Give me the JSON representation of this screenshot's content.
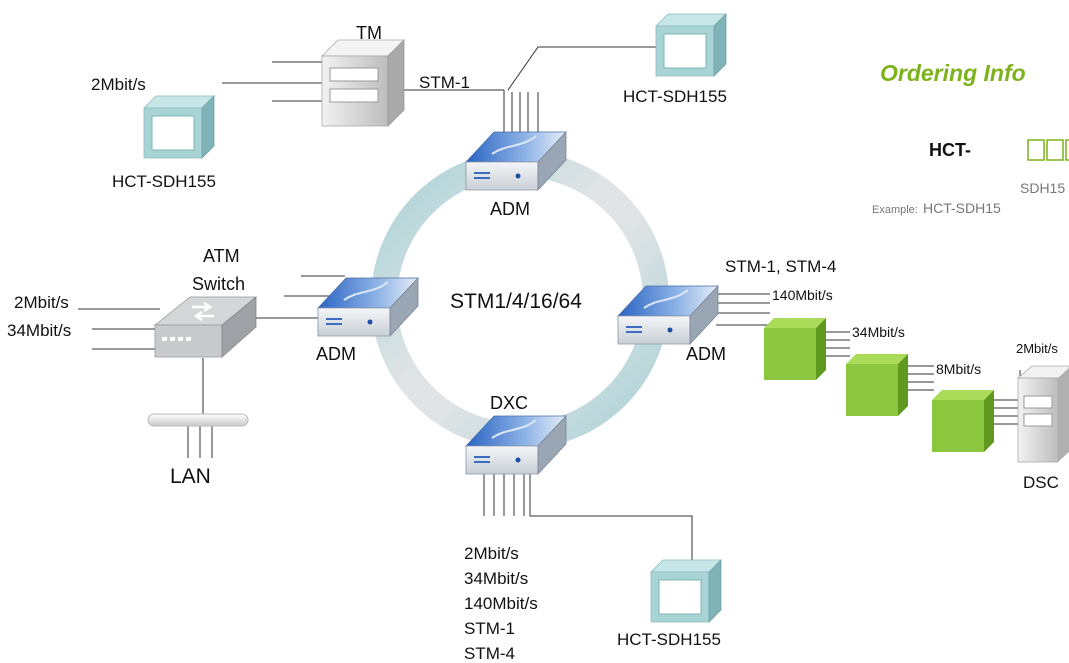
{
  "ring": {
    "label": "STM1/4/16/64"
  },
  "nodes": {
    "adm_top": "ADM",
    "adm_left": "ADM",
    "adm_right": "ADM",
    "dxc_bottom": "DXC",
    "tm": "TM",
    "atm_switch": "ATM\nSwitch",
    "dsc": "DSC",
    "lan": "LAN"
  },
  "terminals": {
    "top_right": "HCT-SDH155",
    "top_left": "HCT-SDH155",
    "bottom": "HCT-SDH155"
  },
  "rates": {
    "tm_side": "2Mbit/s",
    "stm1_top": "STM-1",
    "atm_2m": "2Mbit/s",
    "atm_34m": "34Mbit/s",
    "right_stm": "STM-1, STM-4",
    "right_140": "140Mbit/s",
    "right_34": "34Mbit/s",
    "right_8": "8Mbit/s",
    "right_2": "2Mbit/s",
    "dxc_list": [
      "2Mbit/s",
      "34Mbit/s",
      "140Mbit/s",
      "STM-1",
      "STM-4"
    ]
  },
  "ordering": {
    "title": "Ordering Info",
    "model_prefix": "HCT-",
    "code": "SDH15",
    "example_label": "Example:",
    "example_value": "HCT-SDH15"
  },
  "colors": {
    "ring_light": "#dfe3e5",
    "ring_teal": "#a9d2d6",
    "mux_green": "#8cc63f",
    "terminal_teal": "#a8d4d6",
    "ordering_green": "#7cb31c"
  }
}
